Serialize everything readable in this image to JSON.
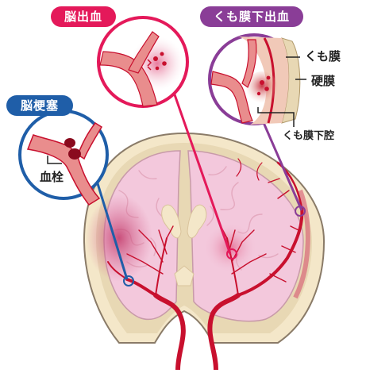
{
  "labels": {
    "hemorrhage": "脳出血",
    "subarachnoid": "くも膜下出血",
    "infarction": "脳梗塞",
    "arachnoid": "くも膜",
    "dura": "硬膜",
    "subarachnoid_space": "くも膜下腔",
    "clot": "血栓"
  },
  "colors": {
    "hemorrhage_tag": "#e4195a",
    "subarachnoid_tag": "#8a3d97",
    "infarction_tag": "#1f5ea8",
    "vessel": "#c8102e",
    "brain": "#f3c8dc",
    "skull": "#f4e7c9"
  }
}
